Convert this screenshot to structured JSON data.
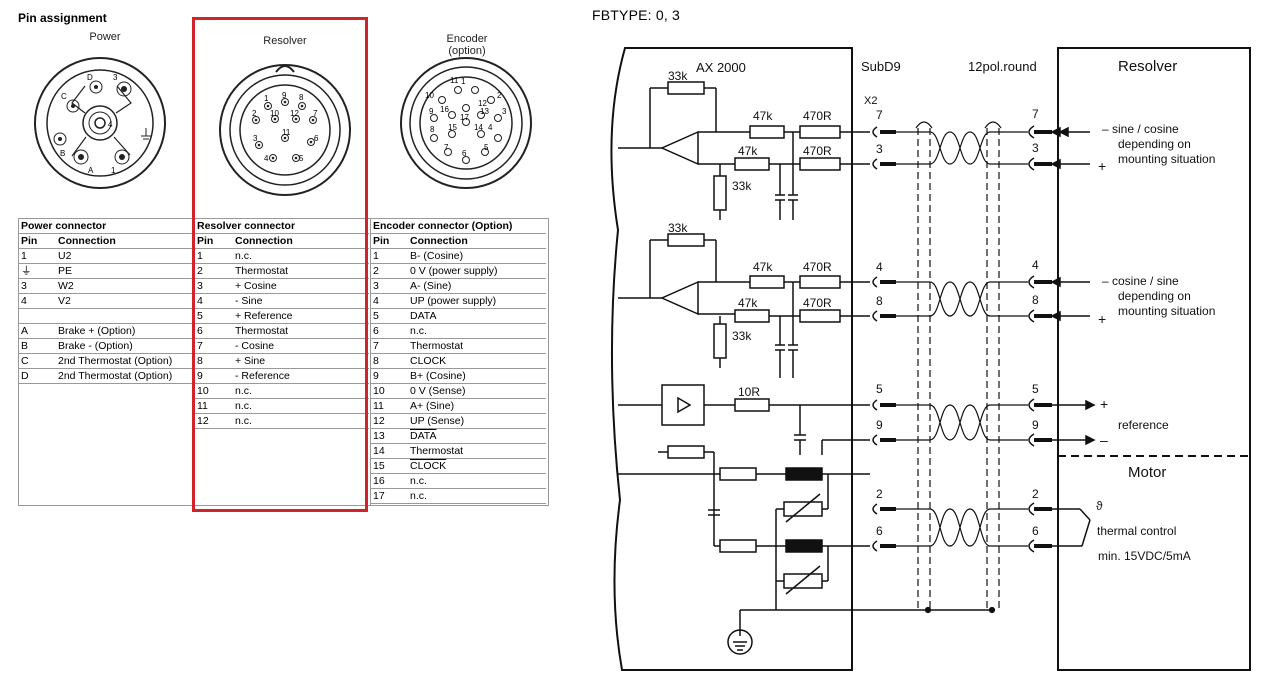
{
  "title": "Pin assignment",
  "fbtype": "FBTYPE: 0, 3",
  "connectors": {
    "power": "Power",
    "resolver": "Resolver",
    "encoder": [
      "Encoder",
      "(option)"
    ]
  },
  "power_pins": [
    "D",
    "3",
    "C",
    "4",
    "B",
    "A",
    "1"
  ],
  "resolver_pins": [
    "1",
    "2",
    "3",
    "4",
    "5",
    "6",
    "7",
    "8",
    "9",
    "10",
    "11",
    "12"
  ],
  "encoder_pins": [
    "1",
    "2",
    "3",
    "4",
    "5",
    "6",
    "7",
    "8",
    "9",
    "10",
    "11",
    "12",
    "13",
    "14",
    "15",
    "16",
    "17"
  ],
  "power_table": {
    "title": "Power connector",
    "headers": [
      "Pin",
      "Connection"
    ],
    "rows": [
      [
        "1",
        "U2"
      ],
      [
        "⏚",
        "PE"
      ],
      [
        "3",
        "W2"
      ],
      [
        "4",
        "V2"
      ],
      [
        "",
        ""
      ],
      [
        "A",
        "Brake + (Option)"
      ],
      [
        "B",
        "Brake - (Option)"
      ],
      [
        "C",
        "2nd Thermostat (Option)"
      ],
      [
        "D",
        "2nd Thermostat (Option)"
      ]
    ]
  },
  "resolver_table": {
    "title": "Resolver connector",
    "headers": [
      "Pin",
      "Connection"
    ],
    "rows": [
      [
        "1",
        "n.c."
      ],
      [
        "2",
        "Thermostat"
      ],
      [
        "3",
        "+ Cosine"
      ],
      [
        "4",
        "- Sine"
      ],
      [
        "5",
        "+ Reference"
      ],
      [
        "6",
        "Thermostat"
      ],
      [
        "7",
        "- Cosine"
      ],
      [
        "8",
        "+ Sine"
      ],
      [
        "9",
        "- Reference"
      ],
      [
        "10",
        "n.c."
      ],
      [
        "11",
        "n.c."
      ],
      [
        "12",
        "n.c."
      ]
    ]
  },
  "encoder_table": {
    "title": "Encoder connector (Option)",
    "headers": [
      "Pin",
      "Connection"
    ],
    "rows": [
      [
        "1",
        "B- (Cosine)"
      ],
      [
        "2",
        "0 V (power supply)"
      ],
      [
        "3",
        "A- (Sine)"
      ],
      [
        "4",
        "UP (power supply)"
      ],
      [
        "5",
        "DATA"
      ],
      [
        "6",
        "n.c."
      ],
      [
        "7",
        "Thermostat"
      ],
      [
        "8",
        "CLOCK"
      ],
      [
        "9",
        "B+ (Cosine)"
      ],
      [
        "10",
        "0 V (Sense)"
      ],
      [
        "11",
        "A+ (Sine)"
      ],
      [
        "12",
        "UP (Sense)"
      ],
      [
        "13",
        "DATA"
      ],
      [
        "14",
        "Thermostat"
      ],
      [
        "15",
        "CLOCK"
      ],
      [
        "16",
        "n.c."
      ],
      [
        "17",
        "n.c."
      ]
    ]
  },
  "schematic": {
    "ax": "AX 2000",
    "subd": "SubD9",
    "round": "12pol.round",
    "x2": "X2",
    "resolver_box": "Resolver",
    "motor_box": "Motor",
    "r33k": "33k",
    "r47k": "47k",
    "r470": "470R",
    "r10": "10R",
    "pins_left": [
      "7",
      "3",
      "4",
      "8",
      "5",
      "9",
      "2",
      "6"
    ],
    "pins_right": [
      "7",
      "3",
      "4",
      "8",
      "5",
      "9",
      "2",
      "6"
    ],
    "sine_lines": [
      "–  sine  /  cosine",
      "depending  on",
      "mounting  situation"
    ],
    "cos_lines": [
      "–  cosine  /  sine",
      "depending  on",
      "mounting  situation"
    ],
    "plus": "+",
    "minus": "–",
    "reference": "reference",
    "thermal": "thermal  control",
    "thermal2": "min.  15VDC/5mA",
    "theta": "ϑ"
  }
}
